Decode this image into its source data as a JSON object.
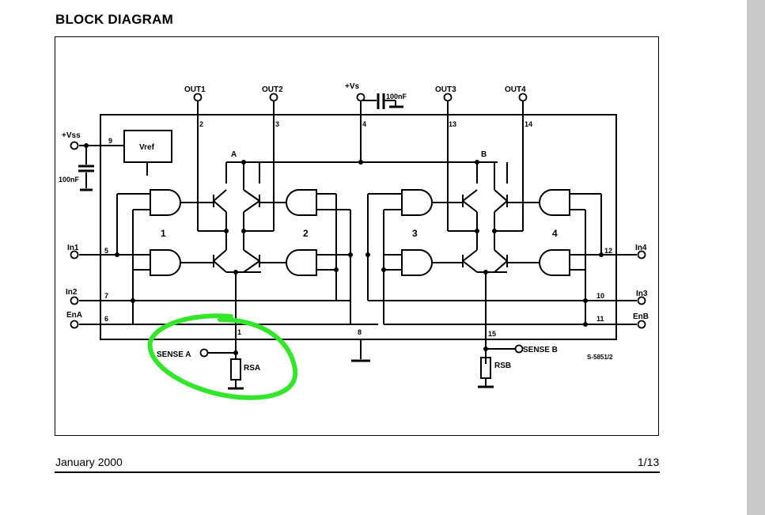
{
  "heading": "BLOCK DIAGRAM",
  "footer": {
    "date": "January 2000",
    "page": "1/13"
  },
  "diagram": {
    "pins": {
      "out1": "OUT1",
      "out2": "OUT2",
      "vs": "+Vs",
      "cap_vs": "100nF",
      "out3": "OUT3",
      "out4": "OUT4",
      "vss": "+Vss",
      "cap_vss": "100nF",
      "vref": "Vref",
      "in1": "In1",
      "in2": "In2",
      "ena": "EnA",
      "in4": "In4",
      "in3": "In3",
      "enb": "EnB",
      "sense_a": "SENSE A",
      "sense_b": "SENSE B",
      "rsa": "RSA",
      "rsb": "RSB",
      "node_a": "A",
      "node_b": "B",
      "bridge1": "1",
      "bridge2": "2",
      "bridge3": "3",
      "bridge4": "4",
      "n2": "2",
      "n3": "3",
      "n4": "4",
      "n13": "13",
      "n14": "14",
      "n9": "9",
      "n5": "5",
      "n7": "7",
      "n6": "6",
      "n12": "12",
      "n10": "10",
      "n11": "11",
      "n1": "1",
      "n8": "8",
      "n15": "15",
      "code": "S-5851/2"
    },
    "highlight_color": "#33e62a"
  }
}
